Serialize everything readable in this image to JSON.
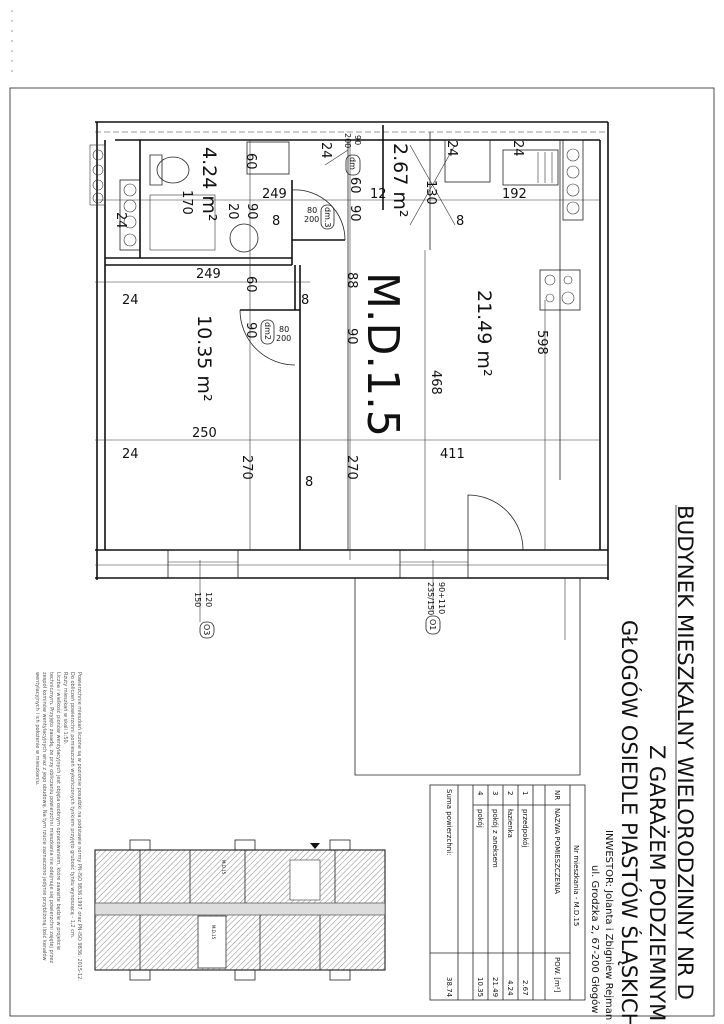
{
  "plan": {
    "apartment_label": "M.D.1.5",
    "rooms": {
      "bathroom_area": "4.24 m²",
      "hall_area": "2.67 m²",
      "living_kitchen_area": "21.49 m²",
      "room_area": "10.35 m²"
    },
    "dims": [
      "60",
      "170",
      "20",
      "90",
      "249",
      "8",
      "80",
      "200",
      "dm.3",
      "90",
      "dm",
      "90",
      "200",
      "24",
      "60",
      "12",
      "24",
      "130",
      "8",
      "24",
      "192",
      "24",
      "249",
      "60",
      "8",
      "24",
      "88",
      "90",
      "90",
      "dm2",
      "80",
      "200",
      "598",
      "468",
      "250",
      "24",
      "270",
      "270",
      "411",
      "8",
      "120",
      "150",
      "O3",
      "90+110",
      "235/150",
      "O1"
    ]
  },
  "title": {
    "line1": "BUDYNEK MIESZKALNY WIELORODZINNY NR D",
    "line2": "Z GARAŻEM PODZIEMNYM",
    "line3": "GŁOGÓW OSIEDLE PIASTÓW ŚLĄSKICH",
    "investor": "INWESTOR:  Jolanta i Zbigniew Rejman s. c.",
    "address": "ul. Grodzka 2, 67-200 Głogów"
  },
  "table": {
    "caption": "Nr mieszkania - M.D.15",
    "headers": {
      "nr": "NR",
      "name": "NAZWA POMIESZCZENIA",
      "area": "POW. [m²]"
    },
    "rows": [
      {
        "nr": "1",
        "name": "przedpokój",
        "area": "2.67"
      },
      {
        "nr": "2",
        "name": "łazienka",
        "area": "4.24"
      },
      {
        "nr": "3",
        "name": "pokój z aneksem",
        "area": "21.49"
      },
      {
        "nr": "4",
        "name": "pokój",
        "area": "10.35"
      }
    ],
    "total_label": "Suma powierzchni:",
    "total_value": "38.74"
  },
  "notes": [
    "Powierzchnie mieszkań liczone są w poziomie posadzki na podstawie normy PN-ISO 9836:1997 oraz PN-ISO 9836: 2015-12.",
    "Do obliczeń powierzchni pomieszczeń wykończonych tynkiem przyjęto grubość tynku wynoszącą - 1,2 cm.",
    "Rzuty mieszkań w skali 1:50.",
    "Liczba i wielkość pionów wentylacyjnych jest objęta osobnym opracowaniem, które zawarte będzie w projekcie",
    "technicznym. Przyjęto zasadę, że przy obliczaniu powierzchni mieszkania nie odejmuje się powierzchni zajętej przez",
    "zespół kominów wentylacyjnych wraz z jego obudową. Na tym rzucie zaznaczono jedynie przybliżoną ilość kanałów",
    "wentylacyjnych i ich położenie w mieszkaniu."
  ],
  "key_plan": {
    "label_a": "M.D.15",
    "label_b": "M.D.15"
  }
}
